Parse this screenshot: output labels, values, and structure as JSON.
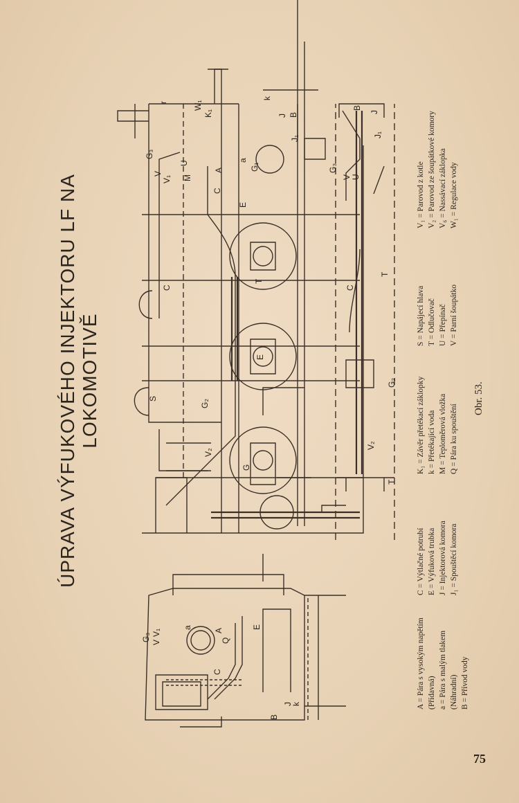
{
  "title": "ÚPRAVA VÝFUKOVÉHO INJEKTORU LF NA LOKOMOTIVĚ",
  "legend": {
    "col1": [
      "A = Pára s vysokým napětím",
      "(Přídavná)",
      "a = Pára s malým tlakem",
      "(Náhradní)",
      "B = Přívod vody"
    ],
    "col2": [
      "C = Výtlačné potrubí",
      "E = Výfuková trubka",
      "J = Injektorová komora",
      "J₁ = Spouštěcí komora"
    ],
    "col3": [
      "K₁ = Závěr přetékací záklopky",
      "k = Přetékající voda",
      "M = Teploměrová vložka",
      "Q = Pára ku spouštění"
    ],
    "col4": [
      "S = Napájecí hlava",
      "T = Odlučovač",
      "U = Přepínač",
      "V = Parní šoupátko"
    ],
    "col5": [
      "V₁ = Parovod z kotle",
      "V₂ = Parovod ze šoupátkové komory",
      "V₆ = Nassávací záklopka",
      "W₁ = Regulace vody"
    ]
  },
  "caption": "Obr. 53.",
  "page_number": "75",
  "labels": {
    "G3": "G₃",
    "V": "V",
    "V1": "V₁",
    "U": "U",
    "M": "M",
    "C": "C",
    "A": "A",
    "a": "a",
    "G1": "G₁",
    "E": "E",
    "T": "T",
    "S": "S",
    "G2": "G₂",
    "V2": "V₂",
    "G": "G",
    "W1": "W₁",
    "K1": "K₁",
    "k": "k",
    "J": "J",
    "B": "B",
    "J1": "J₁",
    "r": "r",
    "Q": "Q"
  }
}
